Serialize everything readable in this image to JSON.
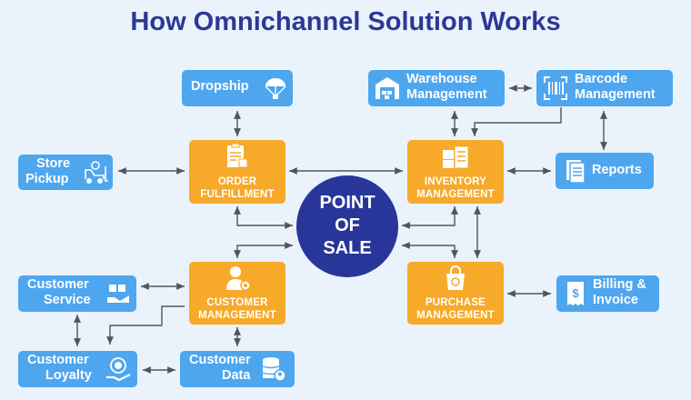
{
  "title": "How Omnichannel Solution Works",
  "center": {
    "line1": "POINT",
    "line2": "OF",
    "line3": "SALE"
  },
  "blue_nodes": {
    "dropship": {
      "label": "Dropship",
      "icon": "parachute-icon"
    },
    "warehouse": {
      "line1": "Warehouse",
      "line2": "Management",
      "icon": "warehouse-icon"
    },
    "barcode": {
      "line1": "Barcode",
      "line2": "Management",
      "icon": "barcode-icon"
    },
    "store_pickup": {
      "line1": "Store",
      "line2": "Pickup",
      "icon": "forklift-icon"
    },
    "reports": {
      "label": "Reports",
      "icon": "document-icon"
    },
    "customer_service": {
      "line1": "Customer",
      "line2": "Service",
      "icon": "service-icon"
    },
    "billing": {
      "line1": "Billing &",
      "line2": "Invoice",
      "icon": "invoice-icon"
    },
    "customer_loyalty": {
      "line1": "Customer",
      "line2": "Loyalty",
      "icon": "loyalty-icon"
    },
    "customer_data": {
      "line1": "Customer",
      "line2": "Data",
      "icon": "database-icon"
    }
  },
  "orange_nodes": {
    "order_fulfillment": {
      "line1": "ORDER",
      "line2": "FULFILLMENT",
      "icon": "clipboard-icon"
    },
    "inventory": {
      "line1": "INVENTORY",
      "line2": "MANAGEMENT",
      "icon": "inventory-icon"
    },
    "customer_mgmt": {
      "line1": "CUSTOMER",
      "line2": "MANAGEMENT",
      "icon": "user-gear-icon"
    },
    "purchase": {
      "line1": "PURCHASE",
      "line2": "MANAGEMENT",
      "icon": "shopping-bag-icon"
    }
  },
  "colors": {
    "background": "#eaf3fc",
    "blue_box": "#4ea6ef",
    "orange_box": "#f7a929",
    "center": "#28369a",
    "title": "#2b3896",
    "arrow": "#555555"
  }
}
